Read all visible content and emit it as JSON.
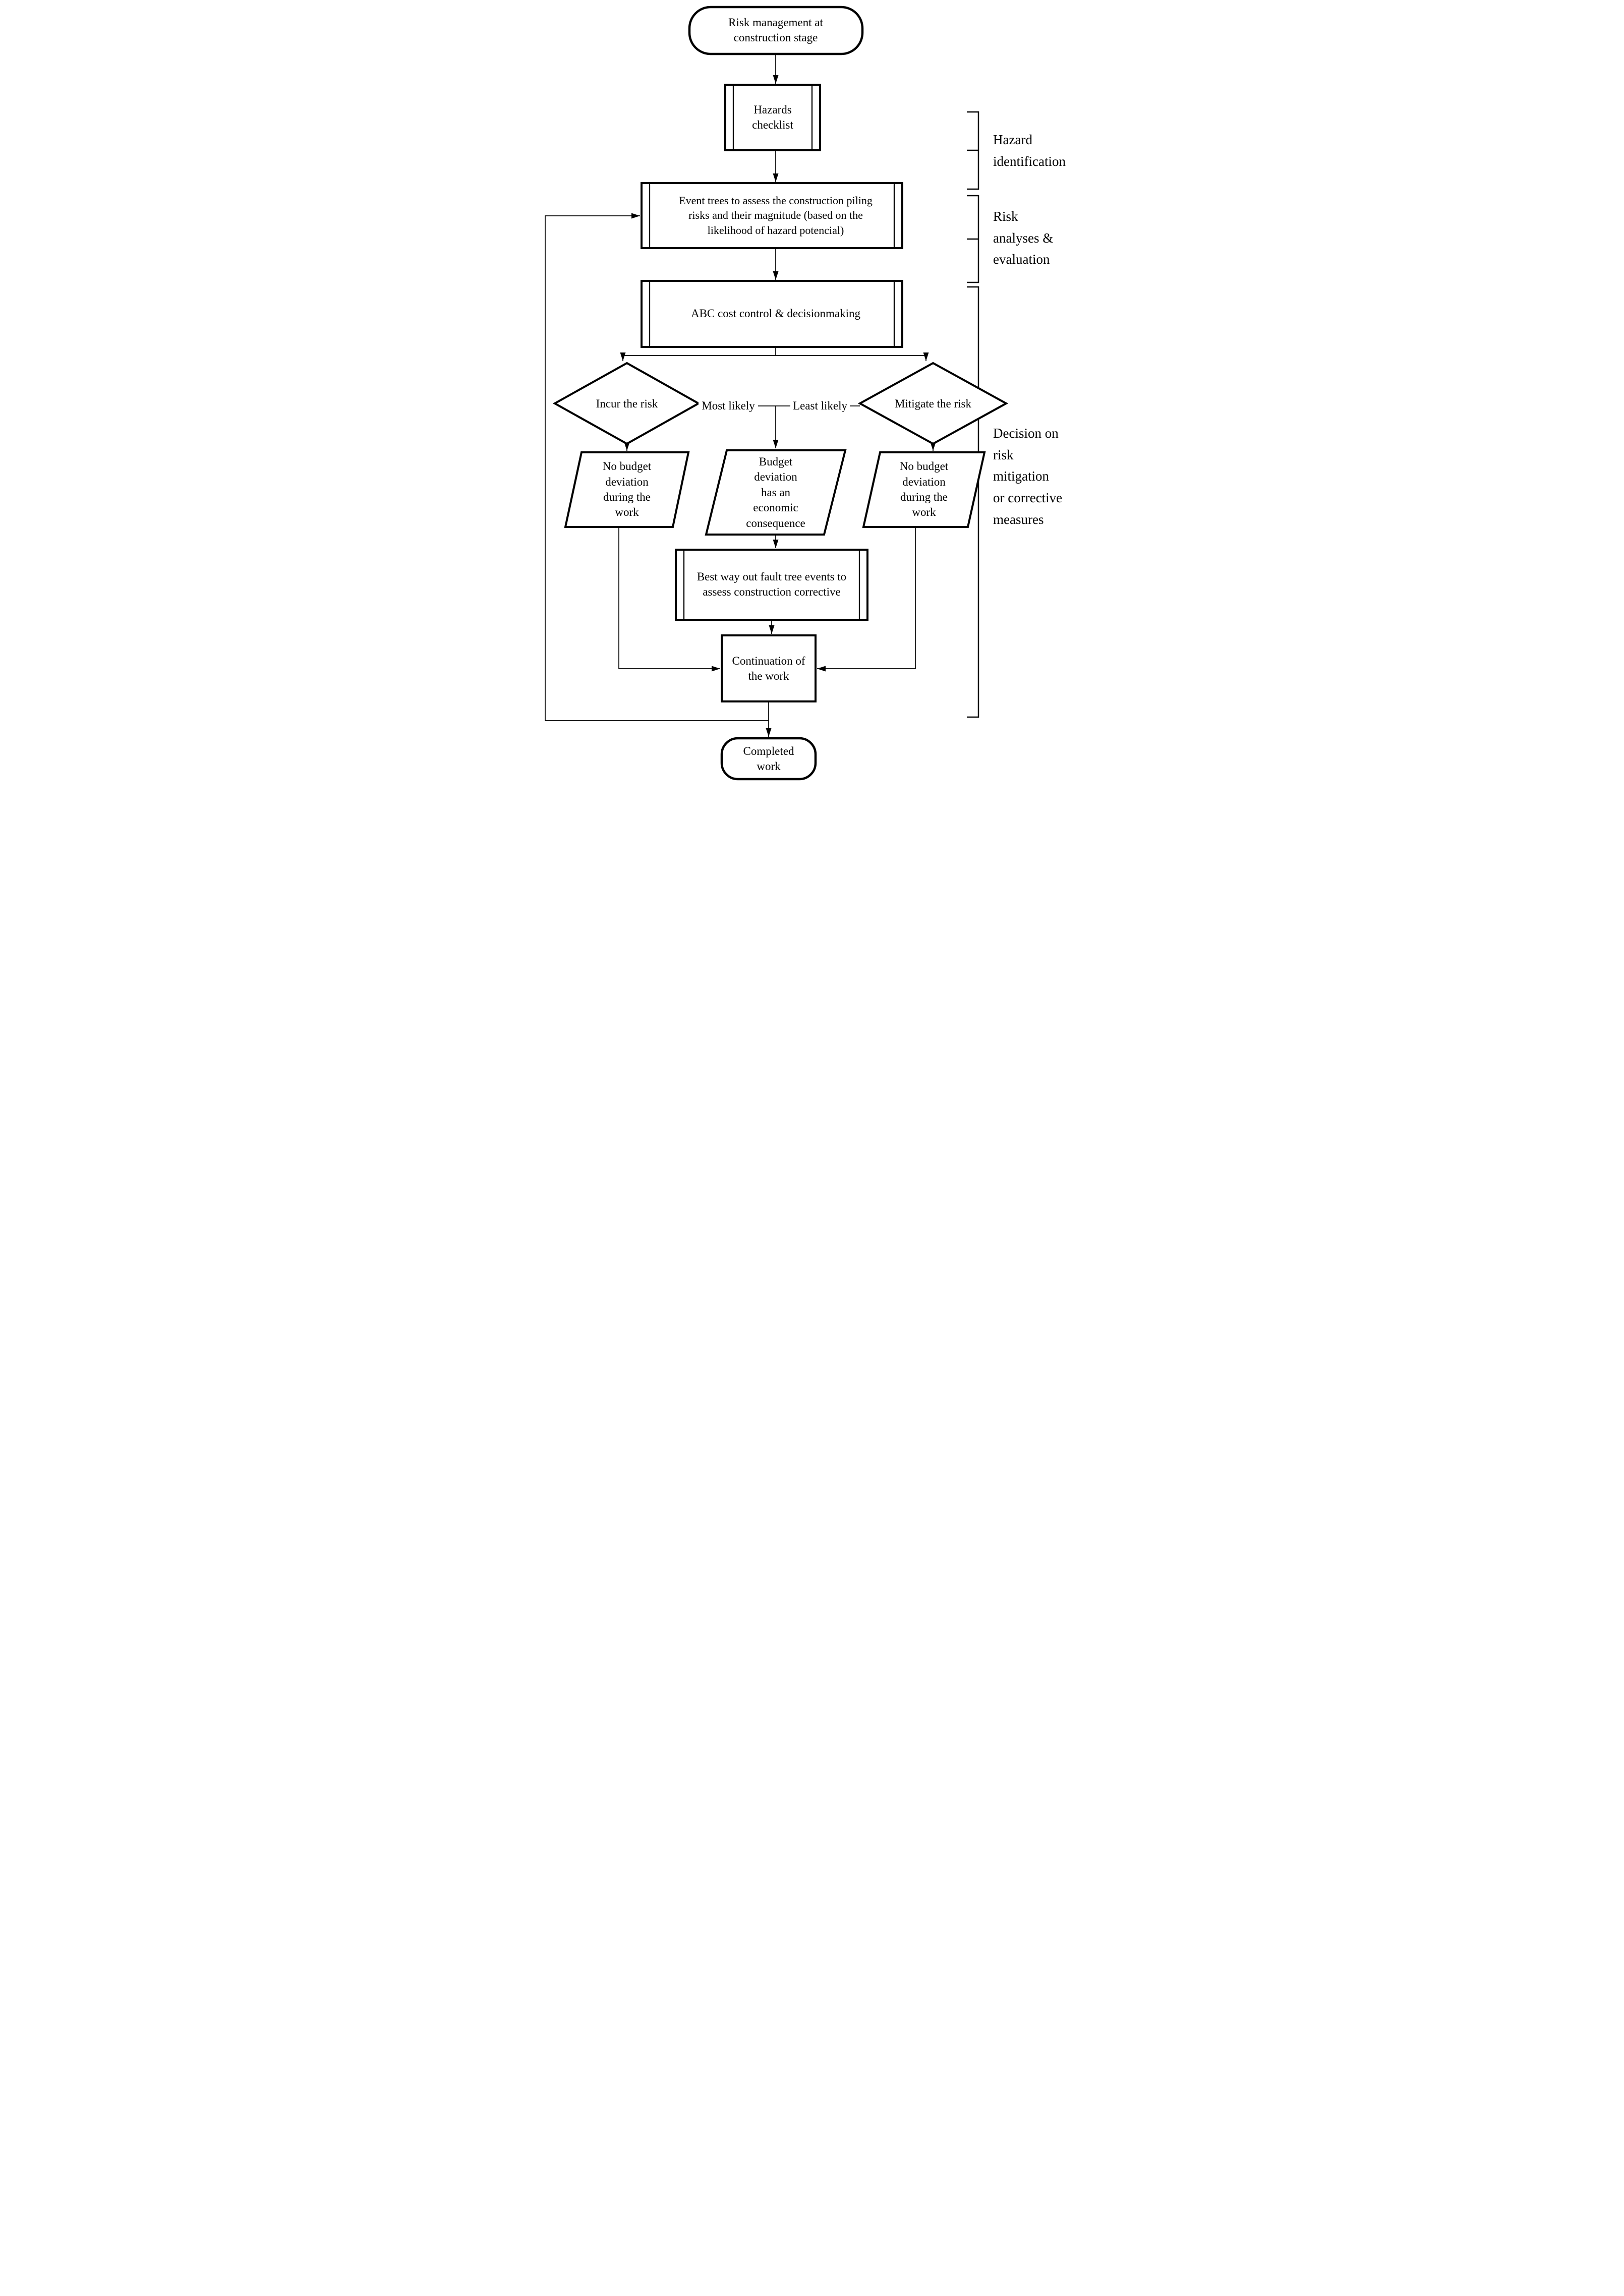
{
  "diagram_title": "Risk management flowchart at construction stage",
  "colors": {
    "line": "#000000",
    "background": "#ffffff",
    "text": "#000000"
  },
  "nodes": {
    "start": {
      "type": "terminator",
      "label": "Risk management at\nconstruction stage"
    },
    "hazards": {
      "type": "predefined-process",
      "label": "Hazards\nchecklist"
    },
    "event_trees": {
      "type": "predefined-process",
      "label": "Event trees to assess the construction piling\nrisks and their magnitude (based on the\nlikelihood of hazard potencial)"
    },
    "abc": {
      "type": "predefined-process",
      "label": "ABC cost control & decisionmaking"
    },
    "incur": {
      "type": "decision",
      "label": "Incur the risk"
    },
    "mitigate": {
      "type": "decision",
      "label": "Mitigate the risk"
    },
    "no_budget_left": {
      "type": "data",
      "label": "No budget\ndeviation\nduring the\nwork"
    },
    "budget_mid": {
      "type": "data",
      "label": "Budget\ndeviation\nhas an\neconomic\nconsequence"
    },
    "no_budget_right": {
      "type": "data",
      "label": "No budget\ndeviation\nduring the\nwork"
    },
    "best_way": {
      "type": "predefined-process",
      "label": "Best way out fault tree events to\nassess construction corrective"
    },
    "continuation": {
      "type": "process",
      "label": "Continuation of\nthe work"
    },
    "completed": {
      "type": "terminator",
      "label": "Completed\nwork"
    }
  },
  "edge_labels": {
    "most_likely": "Most likely",
    "least_likely": "Least likely"
  },
  "stage_labels": {
    "hazard_identification": "Hazard\nidentification",
    "risk_analyses": "Risk\nanalyses &\nevaluation",
    "decision": "Decision on\nrisk\nmitigation\nor corrective\nmeasures"
  }
}
